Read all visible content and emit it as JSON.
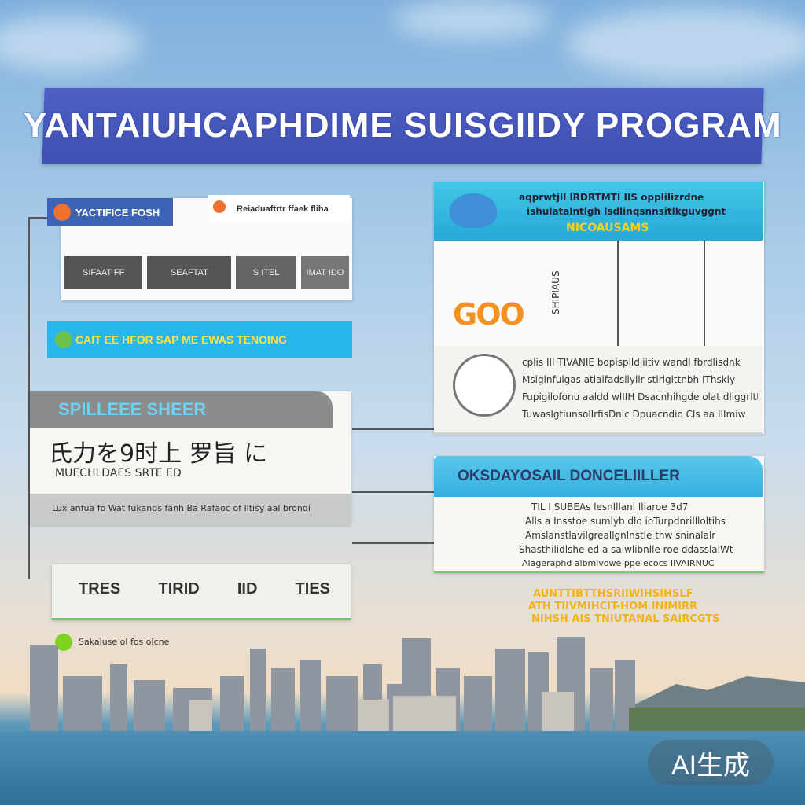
{
  "title": "YANTAIUHCAPHDIME SUISGIIDY PROGRAM",
  "left_panel": {
    "tab1": "YACTIFICE FOSH",
    "tab2": "Reiaduaftrtr ffaek fliha",
    "row_cells": [
      "SIFAAT FF",
      "SEAFTAT",
      "S ITEL",
      "IMAT IDO"
    ],
    "bar2": "CAIT EE HFOR SAP ME EWAS TENOING",
    "bar3": "SPILLEEE SHEER",
    "big_text": "氏力を9时上 罗旨 に",
    "sub_text": "MUECHLDAES SRTE ED",
    "note": "Lux anfua fo Wat fukands fanh Ba Rafaoc of Iltisy aal brondi",
    "bottom_items": [
      "TRES",
      "TIRID",
      "IID",
      "TIES"
    ]
  },
  "right_panel": {
    "header_lines": [
      "aqprwtjll lRDRTMTI IIS opplilizrdne",
      "ishulatalntlgh lsdlinqsnnsitlkguvggnt"
    ],
    "header_sub": "NICOAUSAMS",
    "logo_text": "GOO",
    "vertical_text": "SHIPIAUS",
    "body_lines": [
      "cplis III TIVANIE bopisplldliitiv wandl fbrdlisdnk",
      "Msiglnfulgas atlaifadsllyllr stlrlglttnbh IThskly",
      "Fupigilofonu aaldd wlIIH Dsacnhihgde olat dliggrltt",
      "TuwaslgtiunsolIrfisDnic Dpuacndio Cls aa IIImiw"
    ]
  },
  "right_panel2": {
    "header": "OKSDAYOSAIL DONCELIILLER",
    "lines": [
      "TIL I SUBEAs lesnlllanl lliaroe 3d7",
      "Alls a Insstoe sumlyb dlo ioTurpdnrillloltihs",
      "Amslanstlavilgreallgnlnstle thw sninalalr",
      "Shasthilidlshe ed a saiwlibnlle roe ddasslalWt"
    ],
    "footer": "Alageraphd aibmivowe ppe ecocs IIVAIRNUC"
  },
  "yellow_note": [
    "AUNTTIBTTHSRIIWIHSIHSLF",
    "ATH TIIVMIHCIT-HOM INIMIRR",
    "NIHSH AIS TNIUTANAL SAIRCGTS"
  ],
  "legend_label": "Sakaluse ol fos olcne",
  "badge": "AI生成",
  "colors": {
    "banner": "#4e5fc4",
    "cyan": "#28b7e0",
    "green": "#7cc576",
    "orange": "#f39222"
  }
}
